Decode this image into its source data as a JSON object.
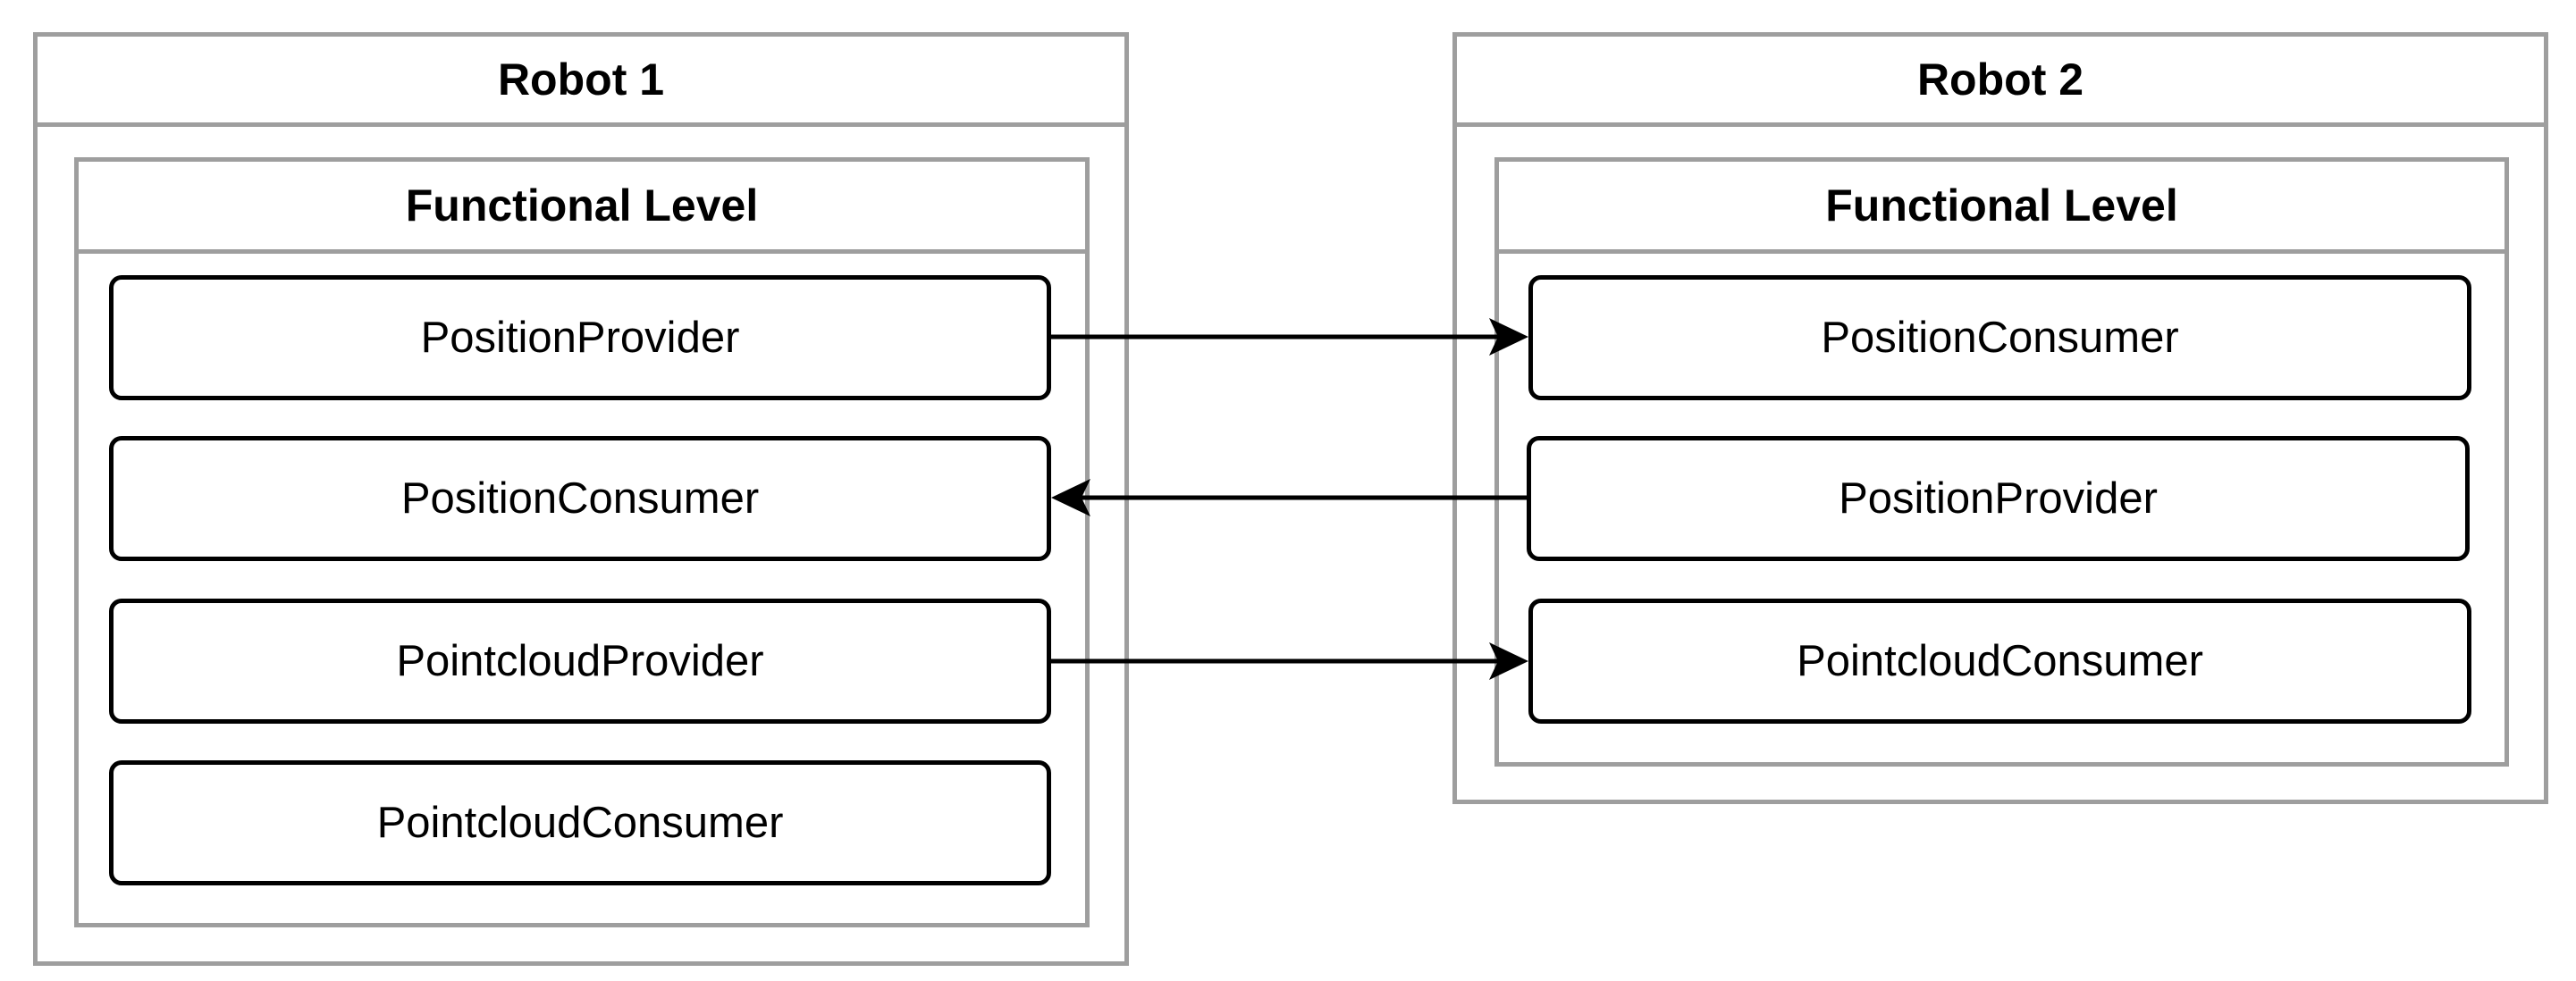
{
  "robots": [
    {
      "title": "Robot 1",
      "level_title": "Functional Level",
      "components": [
        "PositionProvider",
        "PositionConsumer",
        "PointcloudProvider",
        "PointcloudConsumer"
      ]
    },
    {
      "title": "Robot 2",
      "level_title": "Functional Level",
      "components": [
        "PositionConsumer",
        "PositionProvider",
        "PointcloudConsumer"
      ]
    }
  ],
  "connections": [
    {
      "from": "Robot 1 / PositionProvider",
      "to": "Robot 2 / PositionConsumer"
    },
    {
      "from": "Robot 2 / PositionProvider",
      "to": "Robot 1 / PositionConsumer"
    },
    {
      "from": "Robot 1 / PointcloudProvider",
      "to": "Robot 2 / PointcloudConsumer"
    }
  ],
  "colors": {
    "container_border": "#9e9e9e",
    "component_border": "#000000",
    "arrow": "#000000"
  }
}
